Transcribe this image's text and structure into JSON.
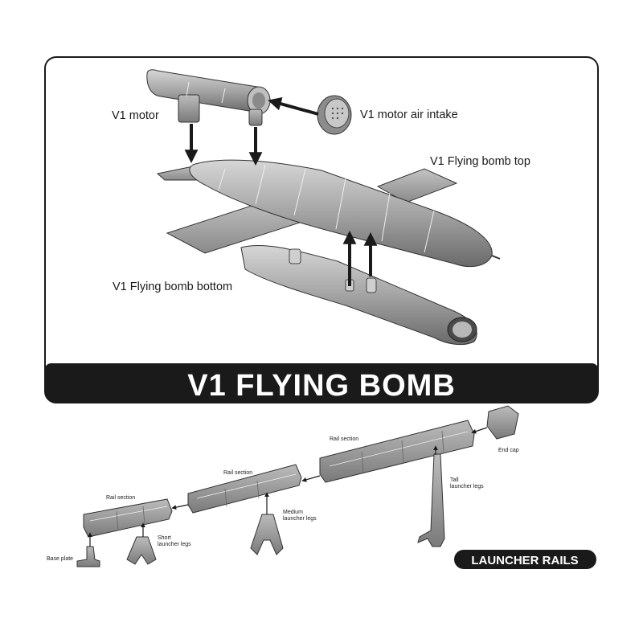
{
  "title": "V1 FLYING BOMB",
  "labels": {
    "motor": "V1 motor",
    "air_intake": "V1 motor air intake",
    "top": "V1 Flying bomb top",
    "bottom": "V1 Flying bomb bottom"
  },
  "rails": {
    "badge": "LAUNCHER RAILS",
    "rail_section_1": "Rail section",
    "rail_section_2": "Rail section",
    "rail_section_3": "Rail section",
    "end_cap": "End cap",
    "tall_legs_1": "Tall",
    "tall_legs_2": "launcher legs",
    "medium_legs_1": "Medium",
    "medium_legs_2": "launcher legs",
    "short_legs_1": "Short",
    "short_legs_2": "launcher legs",
    "base_plate": "Base plate"
  },
  "colors": {
    "frame": "#1a1a1a",
    "part_fill": "#9a9a9a",
    "part_dark": "#6e6e6e",
    "part_light": "#c8c8c8"
  }
}
